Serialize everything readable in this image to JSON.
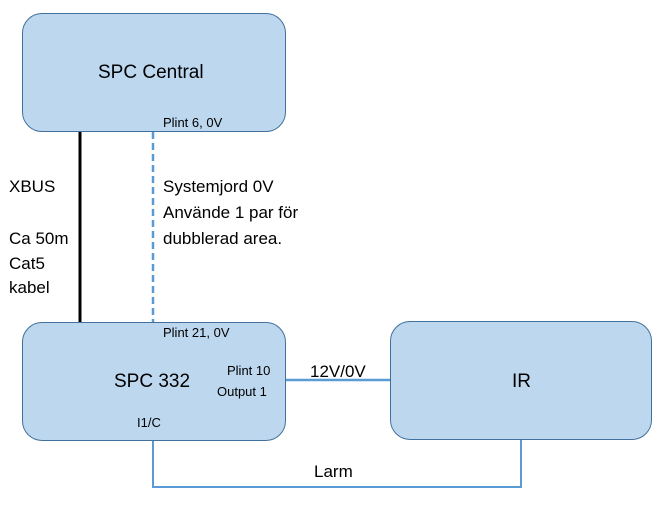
{
  "nodes": {
    "central": {
      "title": "SPC Central",
      "port": "Plint 6, 0V"
    },
    "spc332": {
      "title": "SPC 332",
      "port_top": "Plint 21, 0V",
      "port_right_1": "Plint 10",
      "port_right_2": "Output 1",
      "port_bottom": "I1/C"
    },
    "ir": {
      "title": "IR"
    }
  },
  "connections": {
    "xbus": {
      "line1": "XBUS",
      "line2": "Ca 50m",
      "line3": "Cat5",
      "line4": "kabel"
    },
    "ground": {
      "line1": "Systemjord 0V",
      "line2": "Använde 1 par för",
      "line3": "dubblerad area."
    },
    "power": {
      "label": "12V/0V"
    },
    "alarm": {
      "label": "Larm"
    }
  },
  "colors": {
    "box_fill": "#bdd7ee",
    "box_border": "#41719c",
    "wire_blue": "#5b9bd5",
    "wire_black": "#000000"
  }
}
